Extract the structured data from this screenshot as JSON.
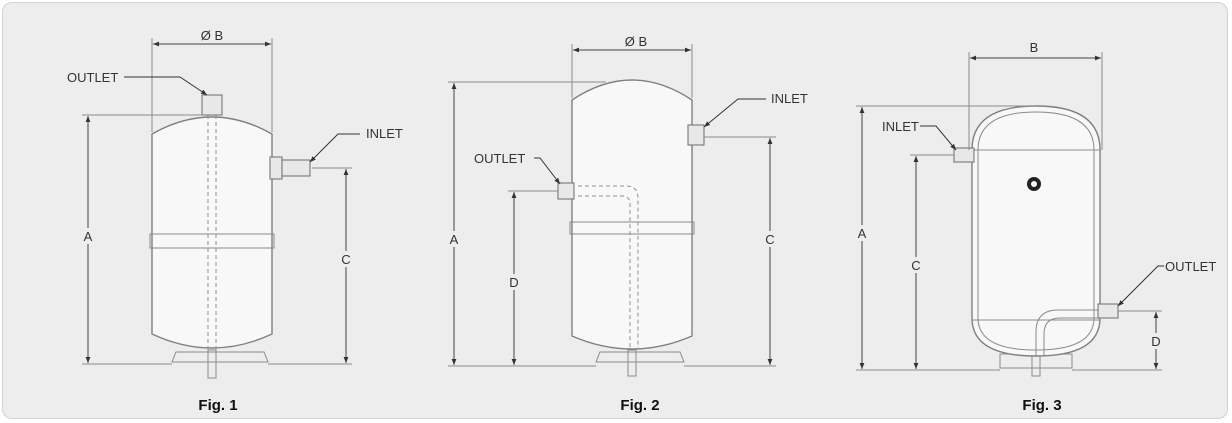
{
  "figures": [
    {
      "caption": "Fig. 1",
      "labels": {
        "outlet": "OUTLET",
        "inlet": "INLET",
        "diameter": "Ø B",
        "dim_a": "A",
        "dim_c": "C"
      }
    },
    {
      "caption": "Fig. 2",
      "labels": {
        "outlet": "OUTLET",
        "inlet": "INLET",
        "diameter": "Ø B",
        "dim_a": "A",
        "dim_c": "C",
        "dim_d": "D"
      }
    },
    {
      "caption": "Fig. 3",
      "labels": {
        "outlet": "OUTLET",
        "inlet": "INLET",
        "width": "B",
        "dim_a": "A",
        "dim_c": "C",
        "dim_d": "D"
      }
    }
  ],
  "colors": {
    "panel": "#ededed",
    "line": "#808080",
    "text": "#333333"
  }
}
